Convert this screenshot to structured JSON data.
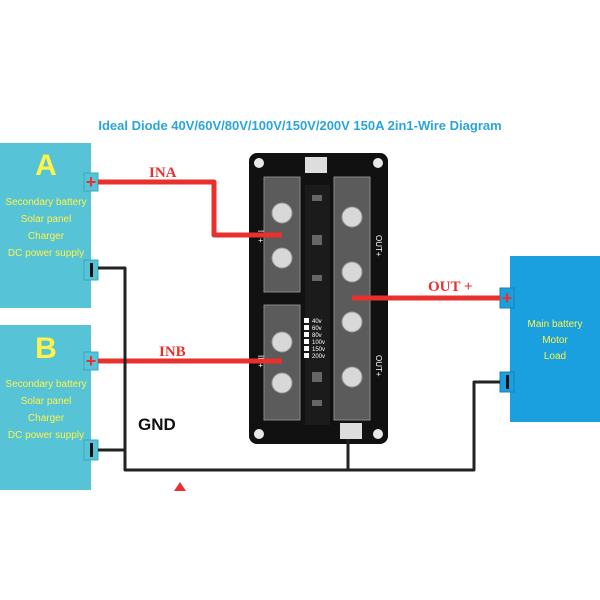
{
  "title": "Ideal Diode 40V/60V/80V/100V/150V/200V 150A 2in1-Wire Diagram",
  "source_a": {
    "letter": "A",
    "lines": [
      "Secondary battery",
      "Solar panel",
      "Charger",
      "DC power supply"
    ]
  },
  "source_b": {
    "letter": "B",
    "lines": [
      "Secondary battery",
      "Solar panel",
      "Charger",
      "DC power supply"
    ]
  },
  "load": {
    "lines": [
      "Main battery",
      "Motor",
      "Load"
    ]
  },
  "labels": {
    "ina": "INA",
    "inb": "INB",
    "out_plus": "OUT +",
    "gnd": "GND",
    "plus": "+"
  },
  "board": {
    "silk_out_top": "OUT+",
    "silk_out_bottom": "OUT+",
    "silk_in_top": "IN+",
    "silk_in_bottom": "IN+",
    "voltage_options": [
      "40v",
      "60v",
      "80v",
      "100v",
      "150v",
      "200v"
    ]
  },
  "colors": {
    "title": "#2aa5dc",
    "source_box": "#57c3d6",
    "source_text": "#fff34a",
    "letter": "#fff34a",
    "load_box": "#1aa0df",
    "load_text": "#fff34a",
    "wire_red": "#e8302e",
    "wire_black": "#222222",
    "board": "#111111",
    "label_red": "#e8302e"
  }
}
